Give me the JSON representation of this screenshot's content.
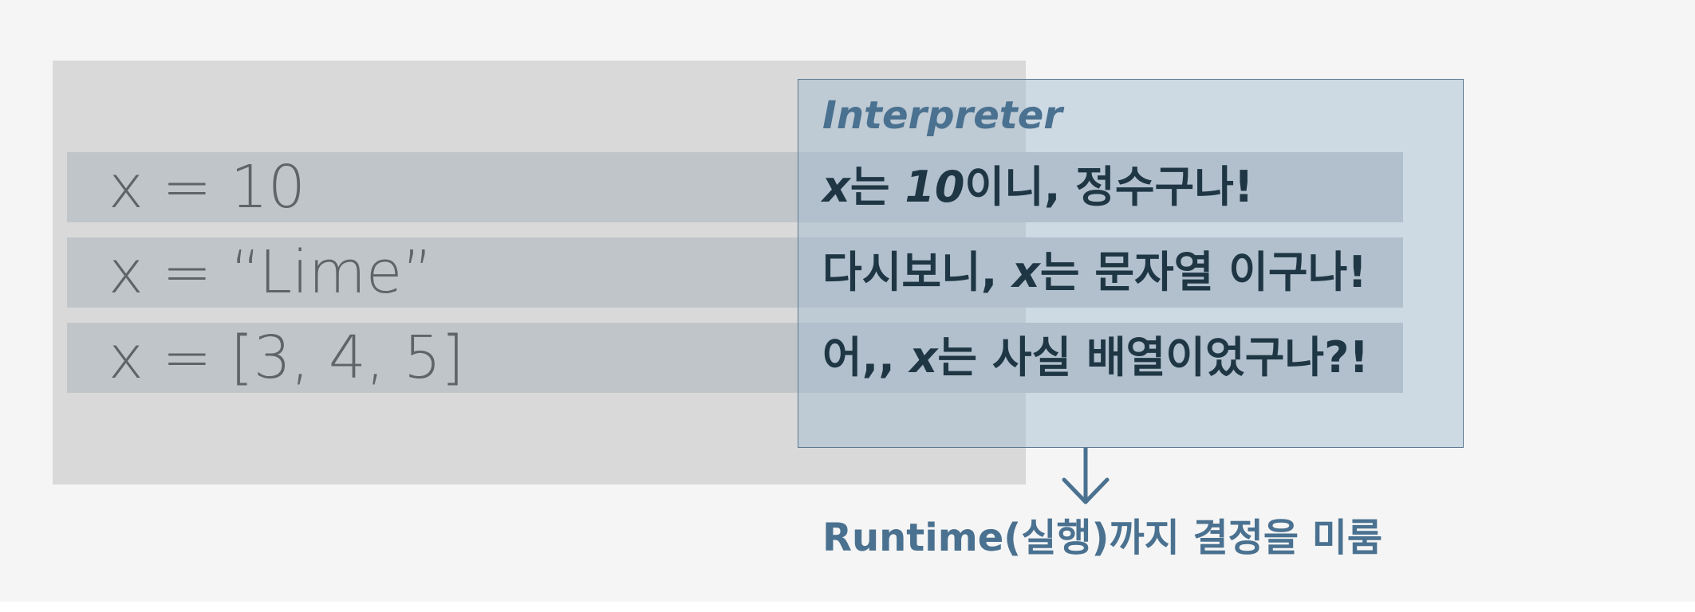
{
  "code": {
    "lines": [
      "x = 10",
      "x = “Lime”",
      "x = [3, 4, 5]"
    ]
  },
  "interpreter": {
    "title": "Interpreter",
    "lines": [
      {
        "pre": "",
        "var": "x",
        "mid": "는 ",
        "num": "10",
        "post": "이니, 정수구나!"
      },
      {
        "pre": "다시보니, ",
        "var": "x",
        "mid": "는 문자열 이구나!",
        "num": "",
        "post": ""
      },
      {
        "pre": "어,, ",
        "var": "x",
        "mid": "는 사실 배열이었구나?!",
        "num": "",
        "post": ""
      }
    ]
  },
  "note": {
    "text": "Runtime(실행)까지 결정을 미룸"
  },
  "icons": {
    "arrow": "arrow-down-icon"
  },
  "colors": {
    "background": "#f5f5f5",
    "code_panel": "#d9d9d9",
    "code_row": "#c0c5c9",
    "code_text": "#5f6468",
    "interpreter_box": "#a0bacf",
    "interpreter_border": "#5d7991",
    "interpreter_text": "#1f3644",
    "accent": "#4a7190"
  }
}
